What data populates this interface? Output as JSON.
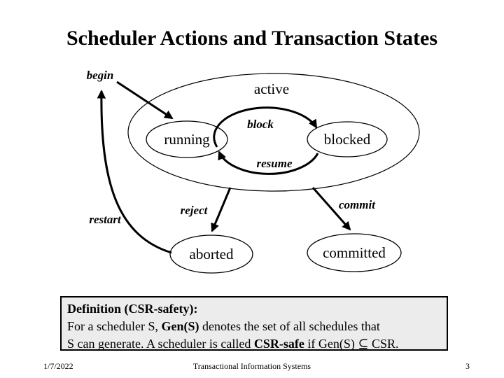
{
  "page": {
    "title": "Scheduler Actions and Transaction States",
    "background": "#ffffff",
    "ink_color": "#000000"
  },
  "diagram": {
    "type": "state-transition-diagram",
    "states": [
      {
        "id": "active",
        "label": "active"
      },
      {
        "id": "running",
        "label": "running"
      },
      {
        "id": "blocked",
        "label": "blocked"
      },
      {
        "id": "aborted",
        "label": "aborted"
      },
      {
        "id": "committed",
        "label": "committed"
      }
    ],
    "transitions": [
      {
        "id": "begin",
        "label": "begin",
        "from": "start",
        "to": "running"
      },
      {
        "id": "block",
        "label": "block",
        "from": "running",
        "to": "blocked"
      },
      {
        "id": "resume",
        "label": "resume",
        "from": "blocked",
        "to": "running"
      },
      {
        "id": "reject",
        "label": "reject",
        "from": "active",
        "to": "aborted"
      },
      {
        "id": "commit",
        "label": "commit",
        "from": "active",
        "to": "committed"
      },
      {
        "id": "restart",
        "label": "restart",
        "from": "aborted",
        "to": "begin"
      }
    ]
  },
  "definition": {
    "box_bg": "#ececec",
    "heading": "Definition (CSR-safety):",
    "line2": {
      "pre": "For a scheduler S, ",
      "bold": "Gen(S)",
      "post": " denotes the set of all schedules that"
    },
    "line3": {
      "pre": "S can generate. A scheduler is called ",
      "bold": "CSR-safe",
      "post": " if Gen(S) ⊆ CSR."
    }
  },
  "footer": {
    "date": "1/7/2022",
    "title": "Transactional Information Systems",
    "page_number": "3"
  }
}
